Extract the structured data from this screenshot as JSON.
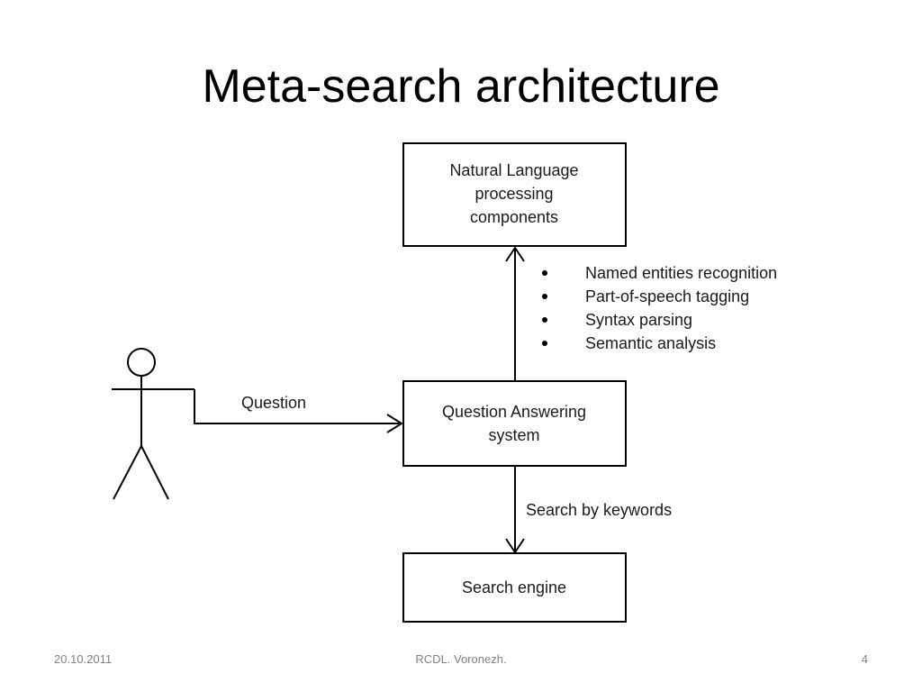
{
  "slide": {
    "title": "Meta-search architecture"
  },
  "diagram": {
    "nlp_box": {
      "lines": [
        "Natural Language",
        "processing",
        "components"
      ]
    },
    "qa_box": {
      "lines": [
        "Question Answering",
        "system"
      ]
    },
    "search_box": {
      "label": "Search engine"
    },
    "question_label": "Question",
    "keywords_label": "Search by keywords",
    "nlp_tasks": [
      "Named entities recognition",
      "Part-of-speech tagging",
      "Syntax parsing",
      "Semantic analysis"
    ],
    "actor_icon": "stick-figure-actor"
  },
  "footer": {
    "date": "20.10.2011",
    "center": "RCDL. Voronezh.",
    "page": "4"
  }
}
